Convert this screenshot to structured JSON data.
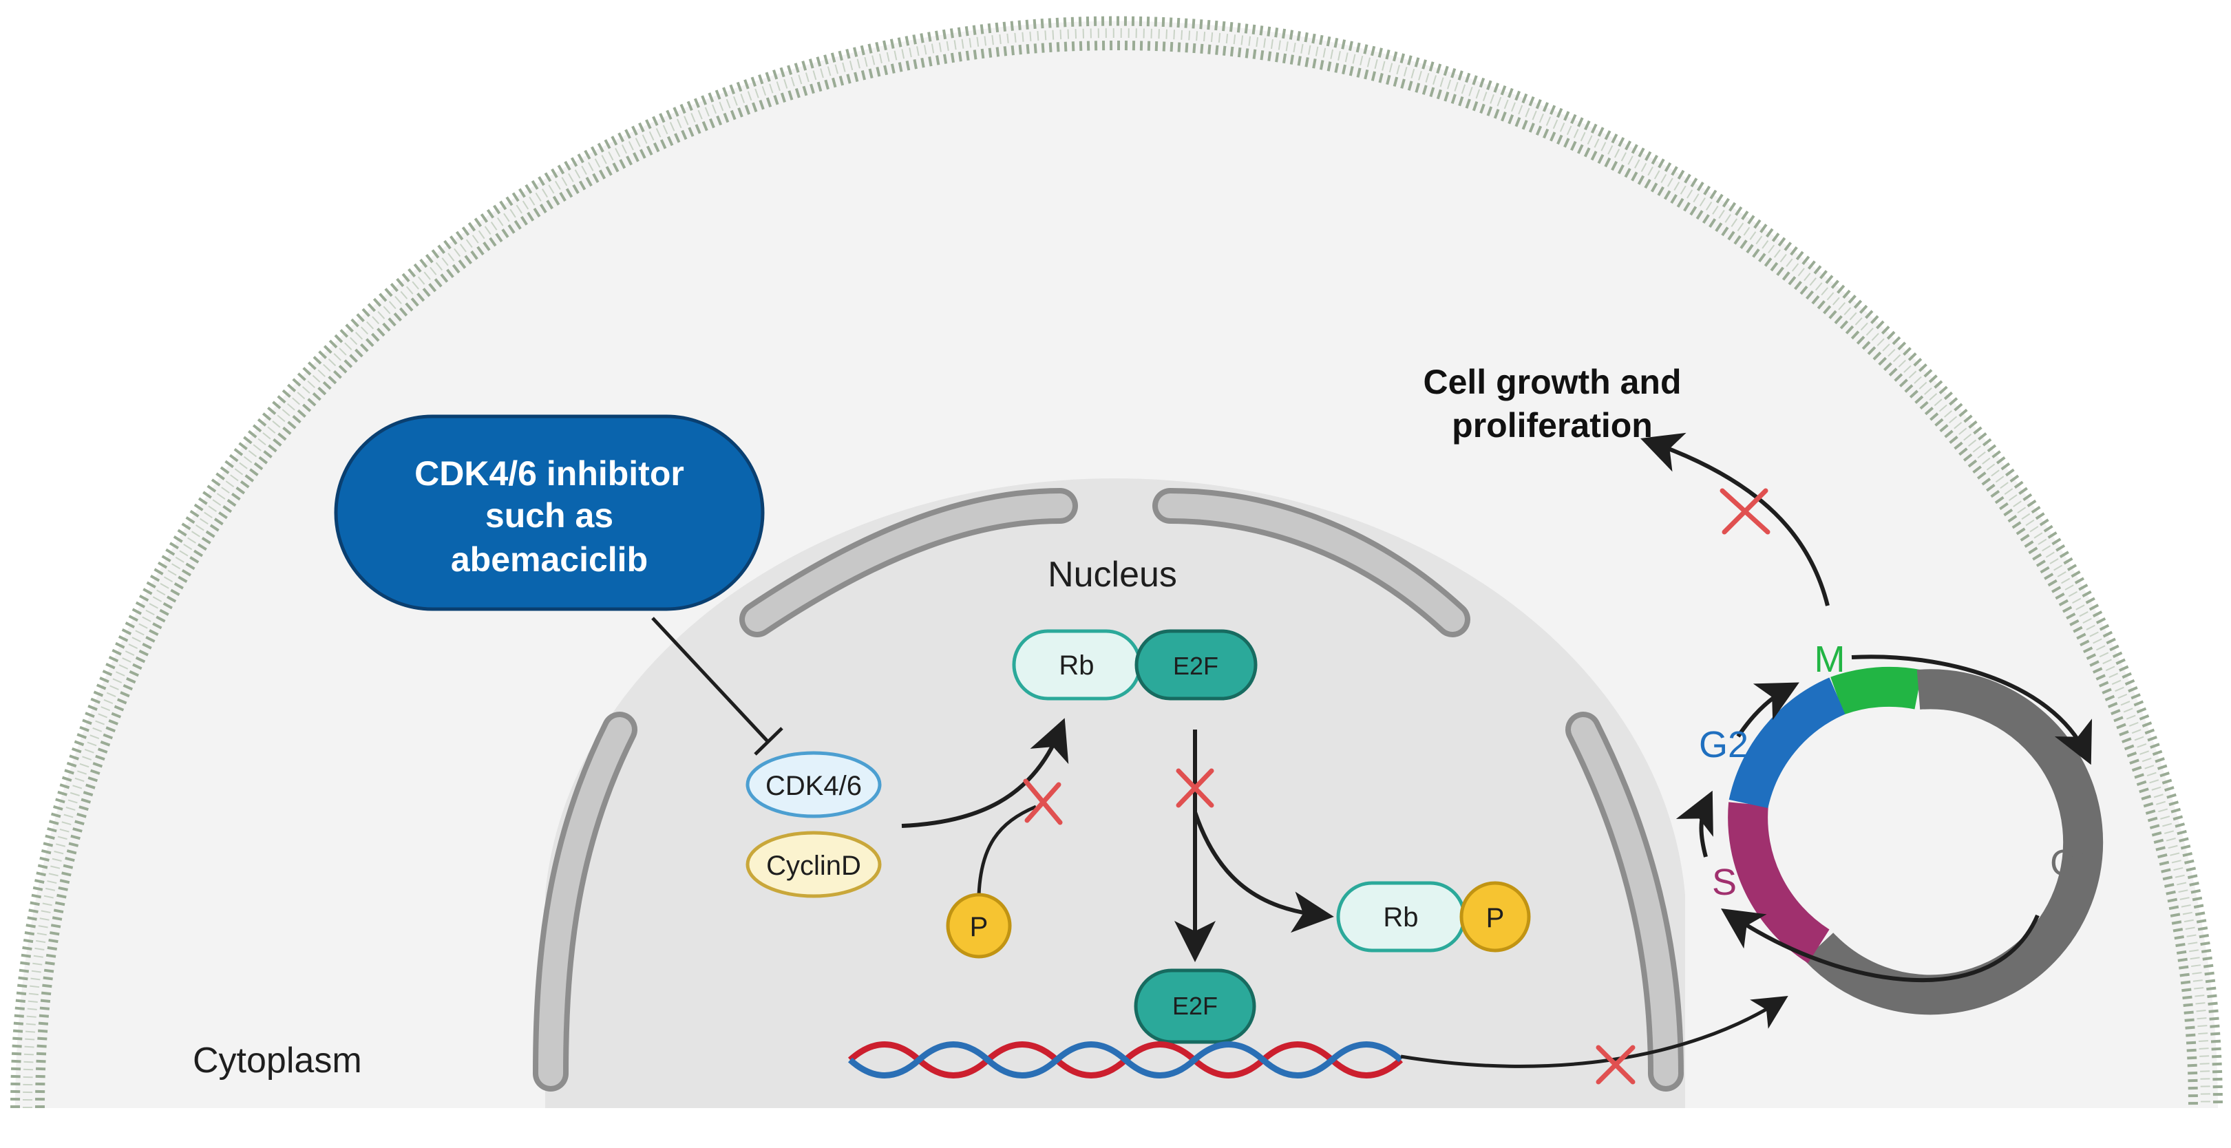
{
  "labels": {
    "cytoplasm": "Cytoplasm",
    "nucleus": "Nucleus",
    "inhibitor_line1": "CDK4/6 inhibitor",
    "inhibitor_line2": "such as",
    "inhibitor_line3": "abemaciclib",
    "outcome_line1": "Cell growth and",
    "outcome_line2": "proliferation"
  },
  "molecules": {
    "cdk46": "CDK4/6",
    "cyclin_d": "CyclinD",
    "phosphate": "P",
    "rb": "Rb",
    "e2f": "E2F"
  },
  "cell_cycle": {
    "phases": [
      {
        "name": "M",
        "color": "#22b544"
      },
      {
        "name": "G1",
        "color": "#6e6e6e"
      },
      {
        "name": "S",
        "color": "#a0306e"
      },
      {
        "name": "G2",
        "color": "#1f6fbf"
      }
    ]
  },
  "colors": {
    "inhibitor_fill": "#0a64ad",
    "blocked_mark": "#e05050",
    "membrane": "#8fa08a",
    "nucleus_fill": "#e8e8e8",
    "dna_red": "#cc1f2e",
    "dna_blue": "#2a6fb5",
    "e2f_fill": "#2ba99a",
    "rb_fill": "#e3f5f2",
    "phosphate_fill": "#f6c431"
  }
}
